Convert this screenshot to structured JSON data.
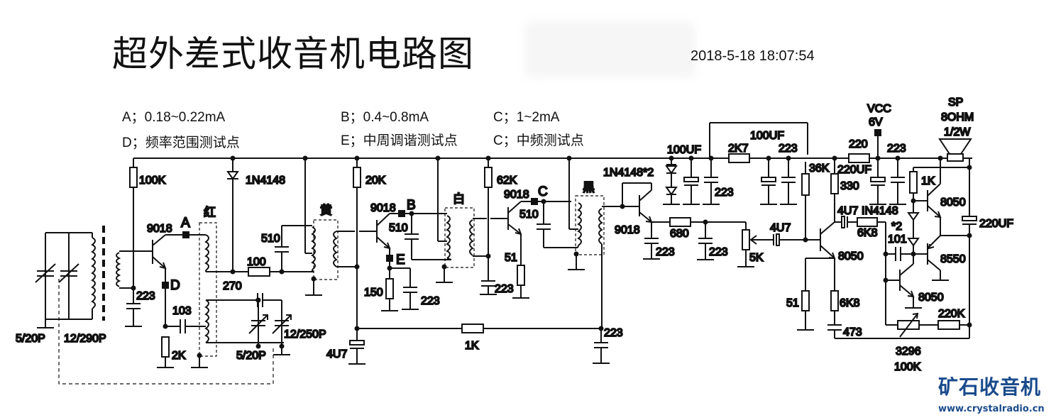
{
  "title": "超外差式收音机电路图",
  "timestamp": "2018-5-18 18:07:54",
  "notes": {
    "a": "A；0.18~0.22mA",
    "b": "B；0.4~0.8mA",
    "c": "C；1~2mA",
    "d": "D；频率范围测试点",
    "e": "E；中周调谐测试点",
    "c2": "C；中频测试点"
  },
  "components": {
    "vc1": "5/20P",
    "vc2": "12/290P",
    "r100k": "100K",
    "c223_a": "223",
    "q1": "9018",
    "tpA": "A",
    "tpD": "D",
    "c103": "103",
    "r2k": "2K",
    "coil_red": "红",
    "d1n4148": "1N4148",
    "c270": "270",
    "vc3": "5/20P",
    "vc4": "12/250P",
    "c510_a": "510",
    "r100": "100",
    "coil_yellow": "黄",
    "r20k": "20K",
    "q2": "9018",
    "tpB": "B",
    "c510_b": "510",
    "tpE": "E",
    "r150": "150",
    "c223_b": "223",
    "c4u7_a": "4U7",
    "coil_white": "白",
    "r62k": "62K",
    "q3": "9018",
    "tpC": "C",
    "c510_c": "510",
    "r51_a": "51",
    "c223_c": "223",
    "r1k_a": "1K",
    "coil_black": "黑",
    "c223_d": "223",
    "d1n4148x2": "1N4148*2",
    "q4": "9018",
    "c223_e": "223",
    "r680": "680",
    "c223_f": "223",
    "vr5k": "5K",
    "c100uf_a": "100UF",
    "c223_g": "223",
    "r2k7": "2K7",
    "c100uf_b": "100UF",
    "c223_h": "223",
    "r36k": "36K",
    "c4u7_b": "4U7",
    "q5": "8050",
    "r51_b": "51",
    "r6k8_a": "6K8",
    "c473": "473",
    "r330": "330",
    "r220": "220",
    "c220uf_a": "220UF",
    "vcc": "VCC",
    "vcc_v": "6V",
    "c223_i": "223",
    "c4u7_c": "4U7",
    "d_in4148": "IN4148",
    "d_x2": "*2",
    "r6k8_b": "6K8",
    "c101": "101",
    "r1k_b": "1K",
    "q6": "8050",
    "q7": "8550",
    "q8": "8050",
    "vr3296": "3296",
    "vr100k": "100K",
    "r220k": "220K",
    "c220uf_b": "220UF",
    "sp": "SP",
    "sp_ohm": "8OHM",
    "sp_w": "1/2W"
  },
  "logo": {
    "name": "矿石收音机",
    "url": "www.crystalradio.cn",
    "color": "#1a4b8c"
  }
}
